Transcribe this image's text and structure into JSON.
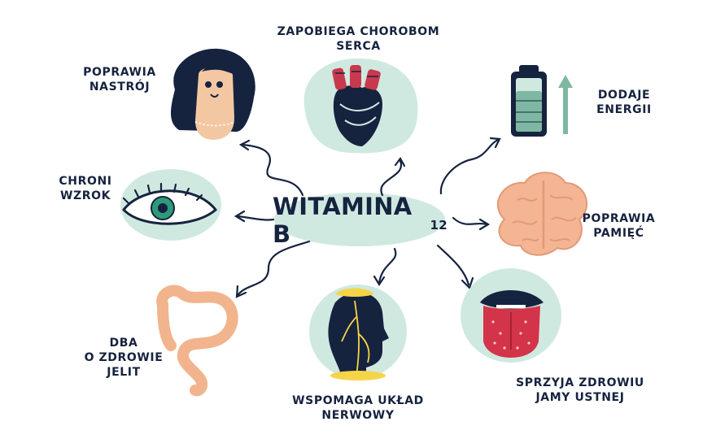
{
  "center": {
    "title": "WITAMINA B",
    "subscript": "12"
  },
  "benefits": {
    "heart": {
      "lines": [
        "ZAPOBIEGA CHOROBOM",
        "SERCA"
      ]
    },
    "mood": {
      "lines": [
        "POPRAWIA",
        "NASTRÓJ"
      ]
    },
    "energy": {
      "lines": [
        "DODAJE",
        "ENERGII"
      ]
    },
    "eyes": {
      "lines": [
        "CHRONI",
        "WZROK"
      ]
    },
    "memory": {
      "lines": [
        "POPRAWIA",
        "PAMIĘĆ"
      ]
    },
    "gut": {
      "lines": [
        "DBA",
        "O ZDROWIE",
        "JELIT"
      ]
    },
    "nerves": {
      "lines": [
        "WSPOMAGA UKŁAD",
        "NERWOWY"
      ]
    },
    "mouth": {
      "lines": [
        "SPRZYJA ZDROWIU",
        "JAMY USTNEJ"
      ]
    }
  },
  "colors": {
    "navy": "#16233f",
    "mint": "#cfe9e1",
    "heart_red": "#c8394e",
    "brain_peach": "#f4b594",
    "gut_peach": "#f2b48c",
    "skin": "#f4c7a3",
    "battery_green": "#7fb8a2",
    "nerve_yellow": "#f5d547",
    "tongue_red": "#d3344a",
    "eye_green": "#2d9b7a"
  },
  "icons": [
    "heart-icon",
    "woman-face-icon",
    "battery-icon",
    "eye-icon",
    "brain-icon",
    "intestine-icon",
    "nervous-head-icon",
    "tongue-icon"
  ]
}
